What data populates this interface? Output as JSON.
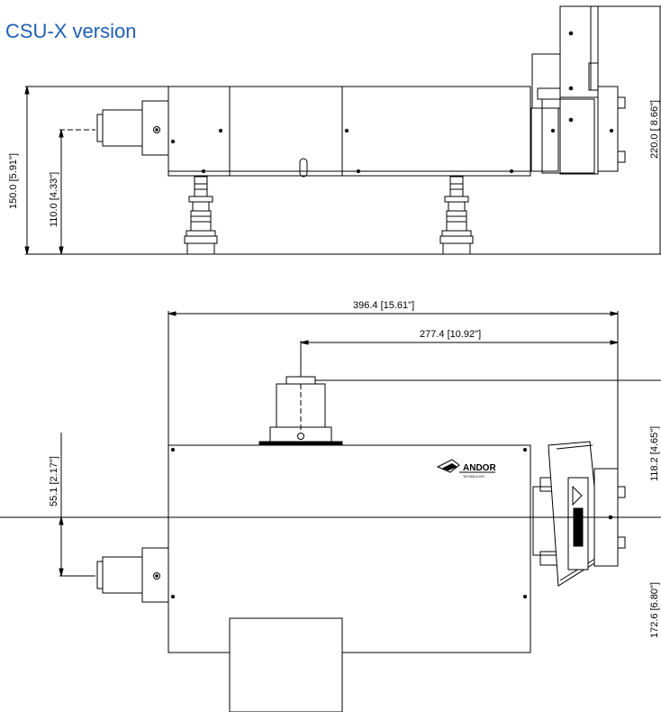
{
  "title": "CSU-X version",
  "logo": {
    "brand": "ANDOR",
    "tagline": "TECHNOLOGY"
  },
  "dimensions": {
    "side_height_total": "150.0 [5.91\"]",
    "side_height_axis": "110.0  [4.33\"]",
    "side_height_right": "220.0 [ 8.66\"]",
    "top_overall_length": "396.4  [15.61\"]",
    "top_partial_length": "277.4  [10.92\"]",
    "top_offset_left": "55.1 [2.17\"]",
    "top_offset_upper_right": "118.2  [4.65\"]",
    "top_offset_lower_right": "172.6  [6.80\"]"
  },
  "colors": {
    "title": "#1f5fb4",
    "line": "#000000",
    "fill": "#ffffff"
  }
}
